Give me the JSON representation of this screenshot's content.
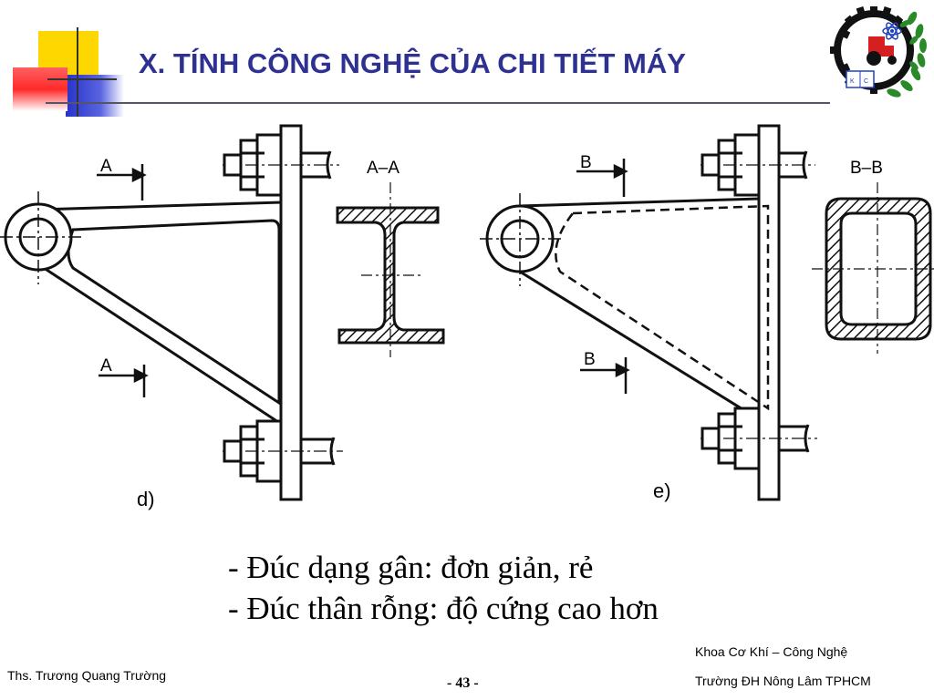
{
  "slide": {
    "title": "X. TÍNH CÔNG NGHỆ CỦA CHI TIẾT MÁY",
    "colors": {
      "title": "#2e3192",
      "deco_yellow": "#ffd700",
      "deco_blue": "#2633c9",
      "deco_red": "#ff3030"
    }
  },
  "drawing": {
    "left": {
      "section_mark_top": "A",
      "section_mark_bottom": "A",
      "section_title": "A–A",
      "figure_label": "d)"
    },
    "right": {
      "section_mark_top": "B",
      "section_mark_bottom": "B",
      "section_title": "B–B",
      "figure_label": "e)"
    }
  },
  "bullets": [
    "- Đúc dạng gân: đơn giản, rẻ",
    "- Đúc thân rỗng: độ cứng cao hơn"
  ],
  "footer": {
    "author": "Ths. Trương Quang Trường",
    "page": "- 43 -",
    "department": "Khoa Cơ Khí – Công Nghệ",
    "school": "Trường ĐH Nông Lâm TPHCM"
  },
  "logo": {
    "icon": "university-logo-icon",
    "book_letters": "K  C"
  }
}
